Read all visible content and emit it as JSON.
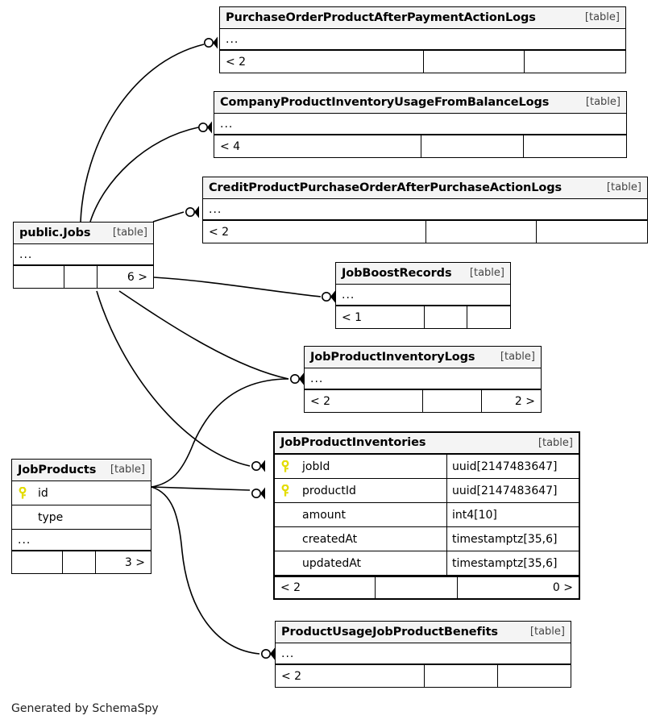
{
  "diagram": {
    "generator_text": "Generated by SchemaSpy",
    "table_tag": "[table]",
    "ellipsis": "...",
    "key_icon": "key-icon",
    "colors": {
      "background": "#ffffff",
      "header_fill": "#f4f4f4",
      "border": "#000000",
      "key": "#e8e000",
      "text": "#000000"
    }
  },
  "tables": [
    {
      "id": "purchase-order-product-after-payment-action-logs",
      "name": "PurchaseOrderProductAfterPaymentActionLogs",
      "tag": "[table]",
      "rows": [
        {
          "name": "...",
          "type": ""
        }
      ],
      "footer": {
        "left": "< 2",
        "mid": "",
        "right": ""
      },
      "focus": false
    },
    {
      "id": "company-product-inventory-usage-from-balance-logs",
      "name": "CompanyProductInventoryUsageFromBalanceLogs",
      "tag": "[table]",
      "rows": [
        {
          "name": "...",
          "type": ""
        }
      ],
      "footer": {
        "left": "< 4",
        "mid": "",
        "right": ""
      },
      "focus": false
    },
    {
      "id": "credit-product-purchase-order-after-purchase-action-logs",
      "name": "CreditProductPurchaseOrderAfterPurchaseActionLogs",
      "tag": "[table]",
      "rows": [
        {
          "name": "...",
          "type": ""
        }
      ],
      "footer": {
        "left": "< 2",
        "mid": "",
        "right": ""
      },
      "focus": false
    },
    {
      "id": "public-jobs",
      "name": "public.Jobs",
      "tag": "[table]",
      "rows": [
        {
          "name": "...",
          "type": ""
        }
      ],
      "footer": {
        "left": "",
        "mid": "",
        "right": "6 >"
      },
      "focus": false
    },
    {
      "id": "job-boost-records",
      "name": "JobBoostRecords",
      "tag": "[table]",
      "rows": [
        {
          "name": "...",
          "type": ""
        }
      ],
      "footer": {
        "left": "< 1",
        "mid": "",
        "right": ""
      },
      "focus": false
    },
    {
      "id": "job-product-inventory-logs",
      "name": "JobProductInventoryLogs",
      "tag": "[table]",
      "rows": [
        {
          "name": "...",
          "type": ""
        }
      ],
      "footer": {
        "left": "< 2",
        "mid": "",
        "right": "2 >"
      },
      "focus": false
    },
    {
      "id": "job-product-inventories",
      "name": "JobProductInventories",
      "tag": "[table]",
      "rows": [
        {
          "name": "jobId",
          "type": "uuid[2147483647]",
          "key": true
        },
        {
          "name": "productId",
          "type": "uuid[2147483647]",
          "key": true
        },
        {
          "name": "amount",
          "type": "int4[10]",
          "key": false
        },
        {
          "name": "createdAt",
          "type": "timestamptz[35,6]",
          "key": false
        },
        {
          "name": "updatedAt",
          "type": "timestamptz[35,6]",
          "key": false
        }
      ],
      "footer": {
        "left": "< 2",
        "mid": "",
        "right": "0 >"
      },
      "focus": true
    },
    {
      "id": "job-products",
      "name": "JobProducts",
      "tag": "[table]",
      "rows": [
        {
          "name": "id",
          "type": "",
          "key": true
        },
        {
          "name": "type",
          "type": "",
          "key": false
        },
        {
          "name": "...",
          "type": ""
        }
      ],
      "footer": {
        "left": "",
        "mid": "",
        "right": "3 >"
      },
      "focus": false
    },
    {
      "id": "product-usage-job-product-benefits",
      "name": "ProductUsageJobProductBenefits",
      "tag": "[table]",
      "rows": [
        {
          "name": "...",
          "type": ""
        }
      ],
      "footer": {
        "left": "< 2",
        "mid": "",
        "right": ""
      },
      "focus": false
    }
  ],
  "relationships": [
    {
      "from": "public-jobs",
      "to": "purchase-order-product-after-payment-action-logs",
      "marker": "zero-or-many"
    },
    {
      "from": "public-jobs",
      "to": "company-product-inventory-usage-from-balance-logs",
      "marker": "zero-or-many"
    },
    {
      "from": "public-jobs",
      "to": "credit-product-purchase-order-after-purchase-action-logs",
      "marker": "zero-or-many"
    },
    {
      "from": "public-jobs",
      "to": "job-boost-records",
      "marker": "zero-or-many"
    },
    {
      "from": "public-jobs",
      "to": "job-product-inventory-logs",
      "marker": "zero-or-many"
    },
    {
      "from": "public-jobs",
      "to": "job-product-inventories",
      "marker": "zero-or-many"
    },
    {
      "from": "job-products",
      "to": "job-product-inventory-logs",
      "marker": "zero-or-many"
    },
    {
      "from": "job-products",
      "to": "job-product-inventories",
      "marker": "zero-or-many"
    },
    {
      "from": "job-products",
      "to": "product-usage-job-product-benefits",
      "marker": "zero-or-many"
    }
  ]
}
